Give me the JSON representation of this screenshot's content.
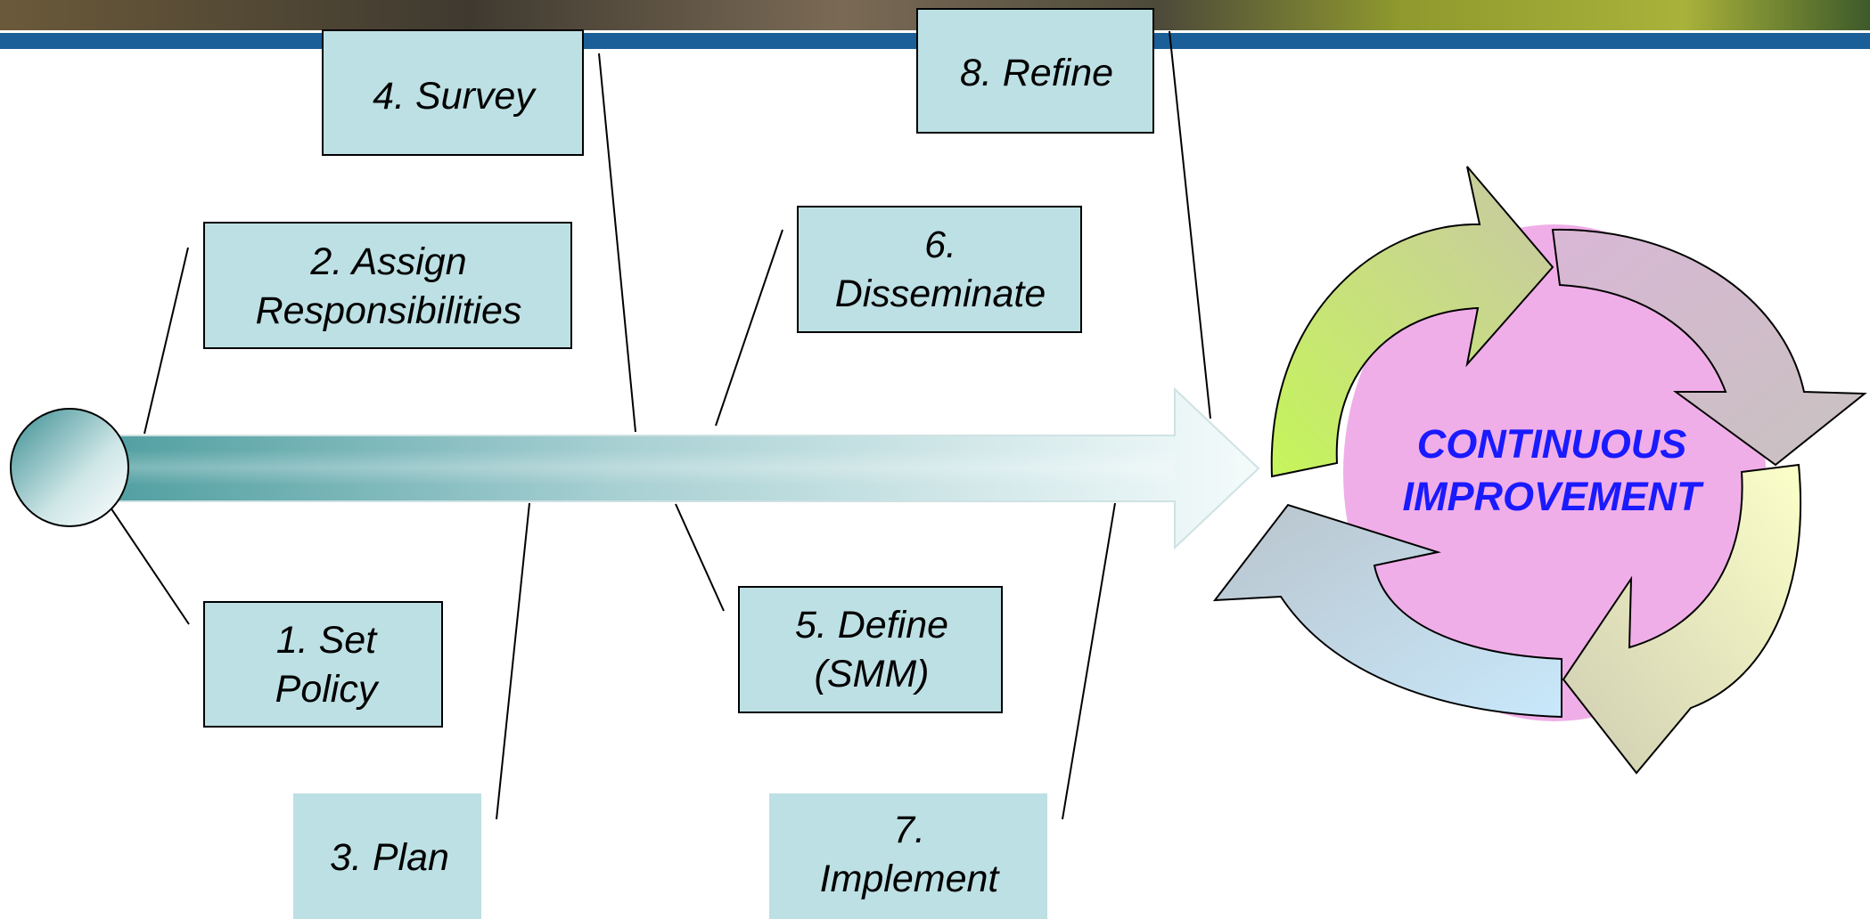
{
  "steps": [
    {
      "id": "1",
      "line1": "1. Set",
      "line2": "Policy"
    },
    {
      "id": "2",
      "line1": "2. Assign",
      "line2": "Responsibilities"
    },
    {
      "id": "3",
      "line1": "3. Plan",
      "line2": ""
    },
    {
      "id": "4",
      "line1": "4. Survey",
      "line2": ""
    },
    {
      "id": "5",
      "line1": "5. Define",
      "line2": "(SMM)"
    },
    {
      "id": "6",
      "line1": "6.",
      "line2": "Disseminate"
    },
    {
      "id": "7",
      "line1": "7.",
      "line2": "Implement"
    },
    {
      "id": "8",
      "line1": "8. Refine",
      "line2": ""
    }
  ],
  "cycle": {
    "line1": "CONTINUOUS",
    "line2": "IMPROVEMENT",
    "text_color": "#1a1aff",
    "center_color": "#f0aee8"
  },
  "colors": {
    "box_fill": "#bde0e4",
    "header_band": "#1b5f98",
    "shaft_dark": "#4f9ea0"
  }
}
